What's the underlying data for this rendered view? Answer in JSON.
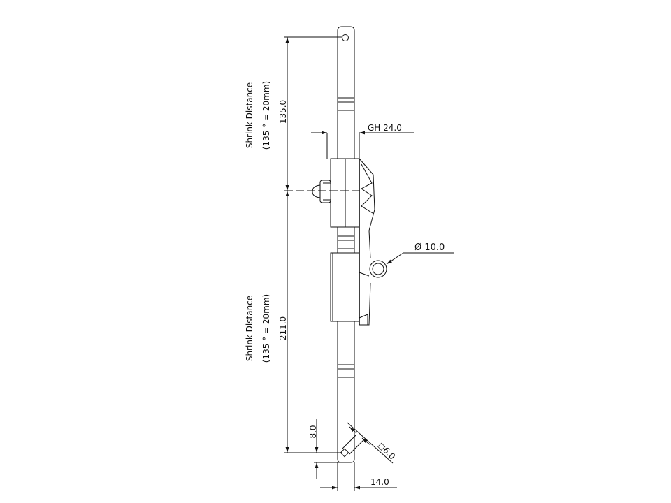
{
  "drawing": {
    "upper_dimension": {
      "value": "135.0",
      "note_line1": "Shrink Distance",
      "note_line2": "(135 ° = 20mm)"
    },
    "lower_dimension": {
      "value": "211.0",
      "note_line1": "Shrink Distance",
      "note_line2": "(135 ° = 20mm)"
    },
    "gh_dimension": "GH 24.0",
    "ring_diameter": "Ø 10.0",
    "end_offset": "8.0",
    "square_size": "◻6.0",
    "rod_width": "14.0"
  }
}
